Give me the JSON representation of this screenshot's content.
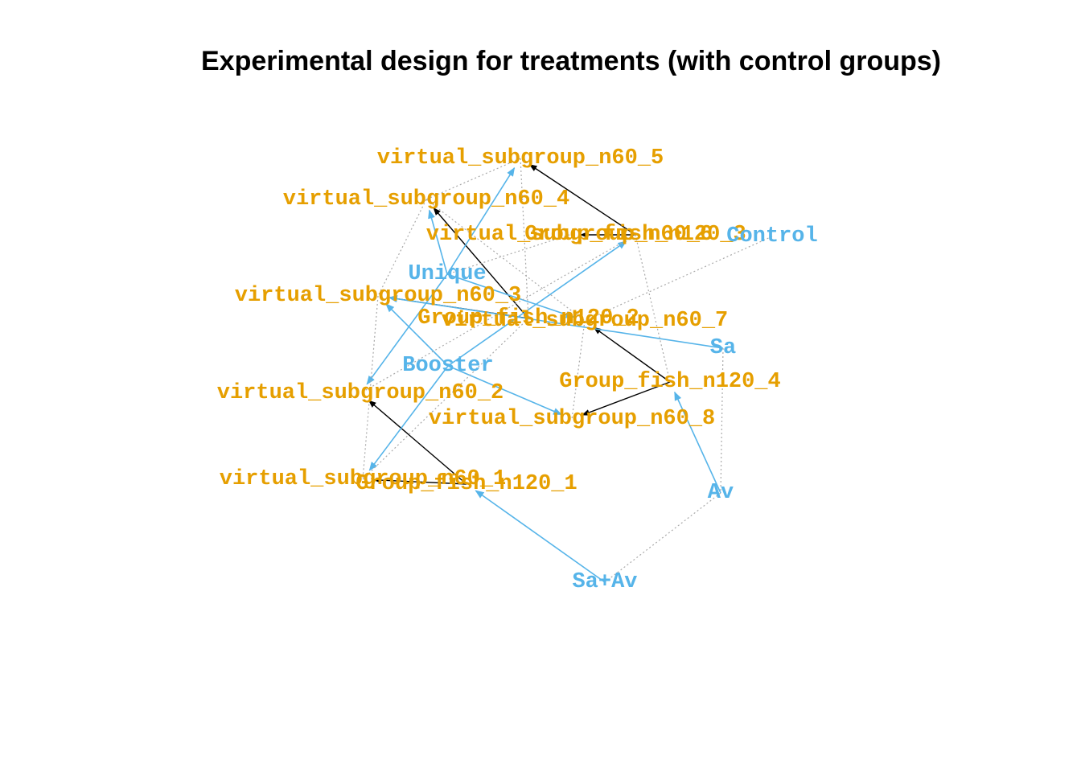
{
  "title": "Experimental design for treatments (with control groups)",
  "colors": {
    "group_node": "#E69F00",
    "treatment_node": "#56B4E9",
    "group_edge": "#000000",
    "treatment_edge": "#56B4E9",
    "control_edge": "#AAAAAA"
  },
  "nodes": [
    {
      "id": "v5",
      "label": "virtual_subgroup_n60_5",
      "kind": "group"
    },
    {
      "id": "v4",
      "label": "virtual_subgroup_n60_4",
      "kind": "group"
    },
    {
      "id": "v6",
      "label": "virtual_subgroup_n60_6",
      "kind": "group"
    },
    {
      "id": "g3",
      "label": "Group_fish_n120_3",
      "kind": "group"
    },
    {
      "id": "ctrl",
      "label": "Control",
      "kind": "treatment"
    },
    {
      "id": "uniq",
      "label": "Unique",
      "kind": "treatment"
    },
    {
      "id": "v3",
      "label": "virtual_subgroup_n60_3",
      "kind": "group"
    },
    {
      "id": "g2",
      "label": "Group_fish_n120_2",
      "kind": "group"
    },
    {
      "id": "v7",
      "label": "virtual_subgroup_n60_7",
      "kind": "group"
    },
    {
      "id": "sa",
      "label": "Sa",
      "kind": "treatment"
    },
    {
      "id": "boost",
      "label": "Booster",
      "kind": "treatment"
    },
    {
      "id": "g4",
      "label": "Group_fish_n120_4",
      "kind": "group"
    },
    {
      "id": "v2",
      "label": "virtual_subgroup_n60_2",
      "kind": "group"
    },
    {
      "id": "v8",
      "label": "virtual_subgroup_n60_8",
      "kind": "group"
    },
    {
      "id": "v1",
      "label": "virtual_subgroup_n60_1",
      "kind": "group"
    },
    {
      "id": "g1",
      "label": "Group_fish_n120_1",
      "kind": "group"
    },
    {
      "id": "av",
      "label": "Av",
      "kind": "treatment"
    },
    {
      "id": "saav",
      "label": "Sa+Av",
      "kind": "treatment"
    }
  ],
  "edges": [
    {
      "from": "g3",
      "to": "v5",
      "type": "group"
    },
    {
      "from": "g3",
      "to": "v6",
      "type": "group"
    },
    {
      "from": "g2",
      "to": "v4",
      "type": "group"
    },
    {
      "from": "g2",
      "to": "v3",
      "type": "group"
    },
    {
      "from": "g4",
      "to": "v7",
      "type": "group"
    },
    {
      "from": "g4",
      "to": "v8",
      "type": "group"
    },
    {
      "from": "g1",
      "to": "v2",
      "type": "group"
    },
    {
      "from": "g1",
      "to": "v1",
      "type": "group"
    },
    {
      "from": "uniq",
      "to": "v5",
      "type": "treatment"
    },
    {
      "from": "uniq",
      "to": "v4",
      "type": "treatment"
    },
    {
      "from": "uniq",
      "to": "v2",
      "type": "treatment"
    },
    {
      "from": "uniq",
      "to": "v7",
      "type": "treatment"
    },
    {
      "from": "boost",
      "to": "v3",
      "type": "treatment"
    },
    {
      "from": "boost",
      "to": "g3",
      "type": "treatment"
    },
    {
      "from": "boost",
      "to": "v8",
      "type": "treatment"
    },
    {
      "from": "boost",
      "to": "v1",
      "type": "treatment"
    },
    {
      "from": "sa",
      "to": "v3",
      "type": "treatment"
    },
    {
      "from": "av",
      "to": "g4",
      "type": "treatment"
    },
    {
      "from": "saav",
      "to": "g1",
      "type": "treatment"
    },
    {
      "from": "v5",
      "to": "v4",
      "type": "control"
    },
    {
      "from": "v5",
      "to": "g2",
      "type": "control"
    },
    {
      "from": "v4",
      "to": "v3",
      "type": "control"
    },
    {
      "from": "v4",
      "to": "v7",
      "type": "control"
    },
    {
      "from": "g3",
      "to": "v2",
      "type": "control"
    },
    {
      "from": "g3",
      "to": "g4",
      "type": "control"
    },
    {
      "from": "ctrl",
      "to": "v7",
      "type": "control"
    },
    {
      "from": "v3",
      "to": "v1",
      "type": "control"
    },
    {
      "from": "g2",
      "to": "v1",
      "type": "control"
    },
    {
      "from": "v7",
      "to": "v8",
      "type": "control"
    },
    {
      "from": "sa",
      "to": "av",
      "type": "control"
    },
    {
      "from": "av",
      "to": "saav",
      "type": "control"
    },
    {
      "from": "v6",
      "to": "uniq",
      "type": "control"
    }
  ]
}
